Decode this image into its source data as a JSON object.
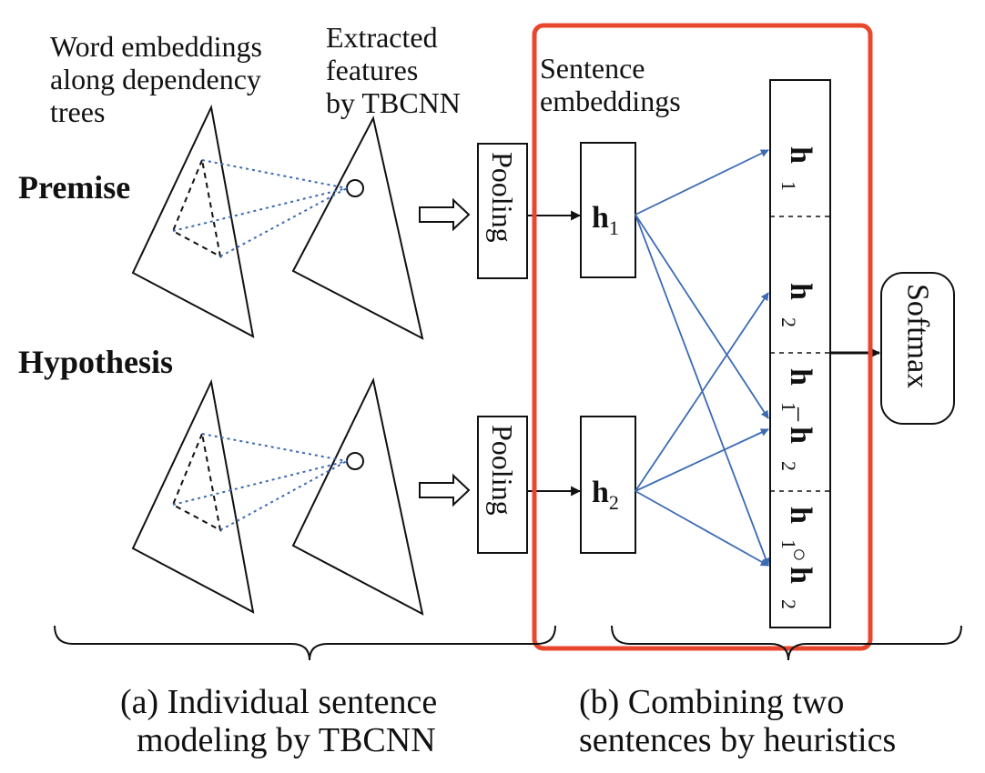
{
  "labels": {
    "word_embeddings": [
      "Word embeddings",
      "along dependency",
      "trees"
    ],
    "extracted_features": [
      "Extracted",
      "features",
      "by TBCNN"
    ],
    "sentence_embeddings": [
      "Sentence",
      "embeddings"
    ],
    "premise": "Premise",
    "hypothesis": "Hypothesis",
    "pooling": "Pooling",
    "softmax": "Softmax"
  },
  "sentence_vectors": {
    "h1": {
      "base": "h",
      "sub": "1"
    },
    "h2": {
      "base": "h",
      "sub": "2"
    }
  },
  "concat_segments": {
    "seg1": {
      "base": "h",
      "sub": "1"
    },
    "seg2": {
      "base": "h",
      "sub": "2"
    },
    "seg3_a_base": "h",
    "seg3_a_sub": "1",
    "seg3_op": "–",
    "seg3_b_base": "h",
    "seg3_b_sub": "2",
    "seg4_a_base": "h",
    "seg4_a_sub": "1",
    "seg4_op": "○",
    "seg4_b_base": "h",
    "seg4_b_sub": "2"
  },
  "captions": {
    "a": [
      "(a) Individual sentence",
      "modeling by TBCNN"
    ],
    "b": [
      "(b) Combining two",
      "sentences by heuristics"
    ]
  },
  "colors": {
    "highlight_box": "#e8472e",
    "connection_lines": "#3c6bb4",
    "outline": "#111111"
  }
}
